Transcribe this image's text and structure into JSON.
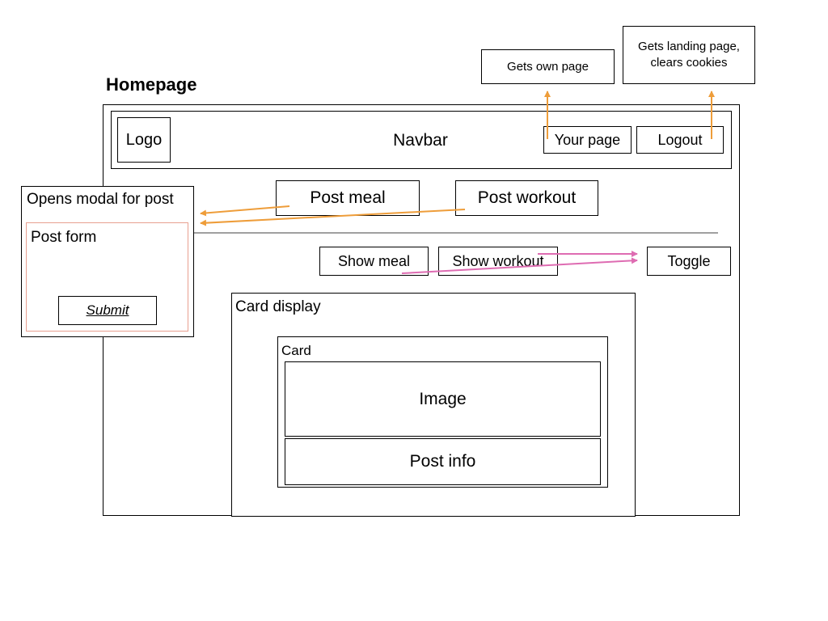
{
  "title": "Homepage",
  "annotations": {
    "own_page": "Gets own page",
    "landing_line1": "Gets landing page,",
    "landing_line2": "clears cookies"
  },
  "navbar": {
    "logo": "Logo",
    "label": "Navbar",
    "your_page": "Your page",
    "logout": "Logout"
  },
  "actions": {
    "post_meal": "Post meal",
    "post_workout": "Post workout"
  },
  "filters": {
    "show_meal": "Show meal",
    "show_workout": "Show workout",
    "toggle": "Toggle"
  },
  "modal": {
    "title": "Opens modal for post",
    "form_label": "Post form",
    "submit": "Submit"
  },
  "cards": {
    "display_label": "Card display",
    "card_label": "Card",
    "image": "Image",
    "post_info": "Post info"
  },
  "colors": {
    "orange_arrow": "#ee9d3a",
    "pink_arrow": "#de6cb2",
    "form_border": "#e8a090",
    "divider": "#a0a0a0"
  }
}
